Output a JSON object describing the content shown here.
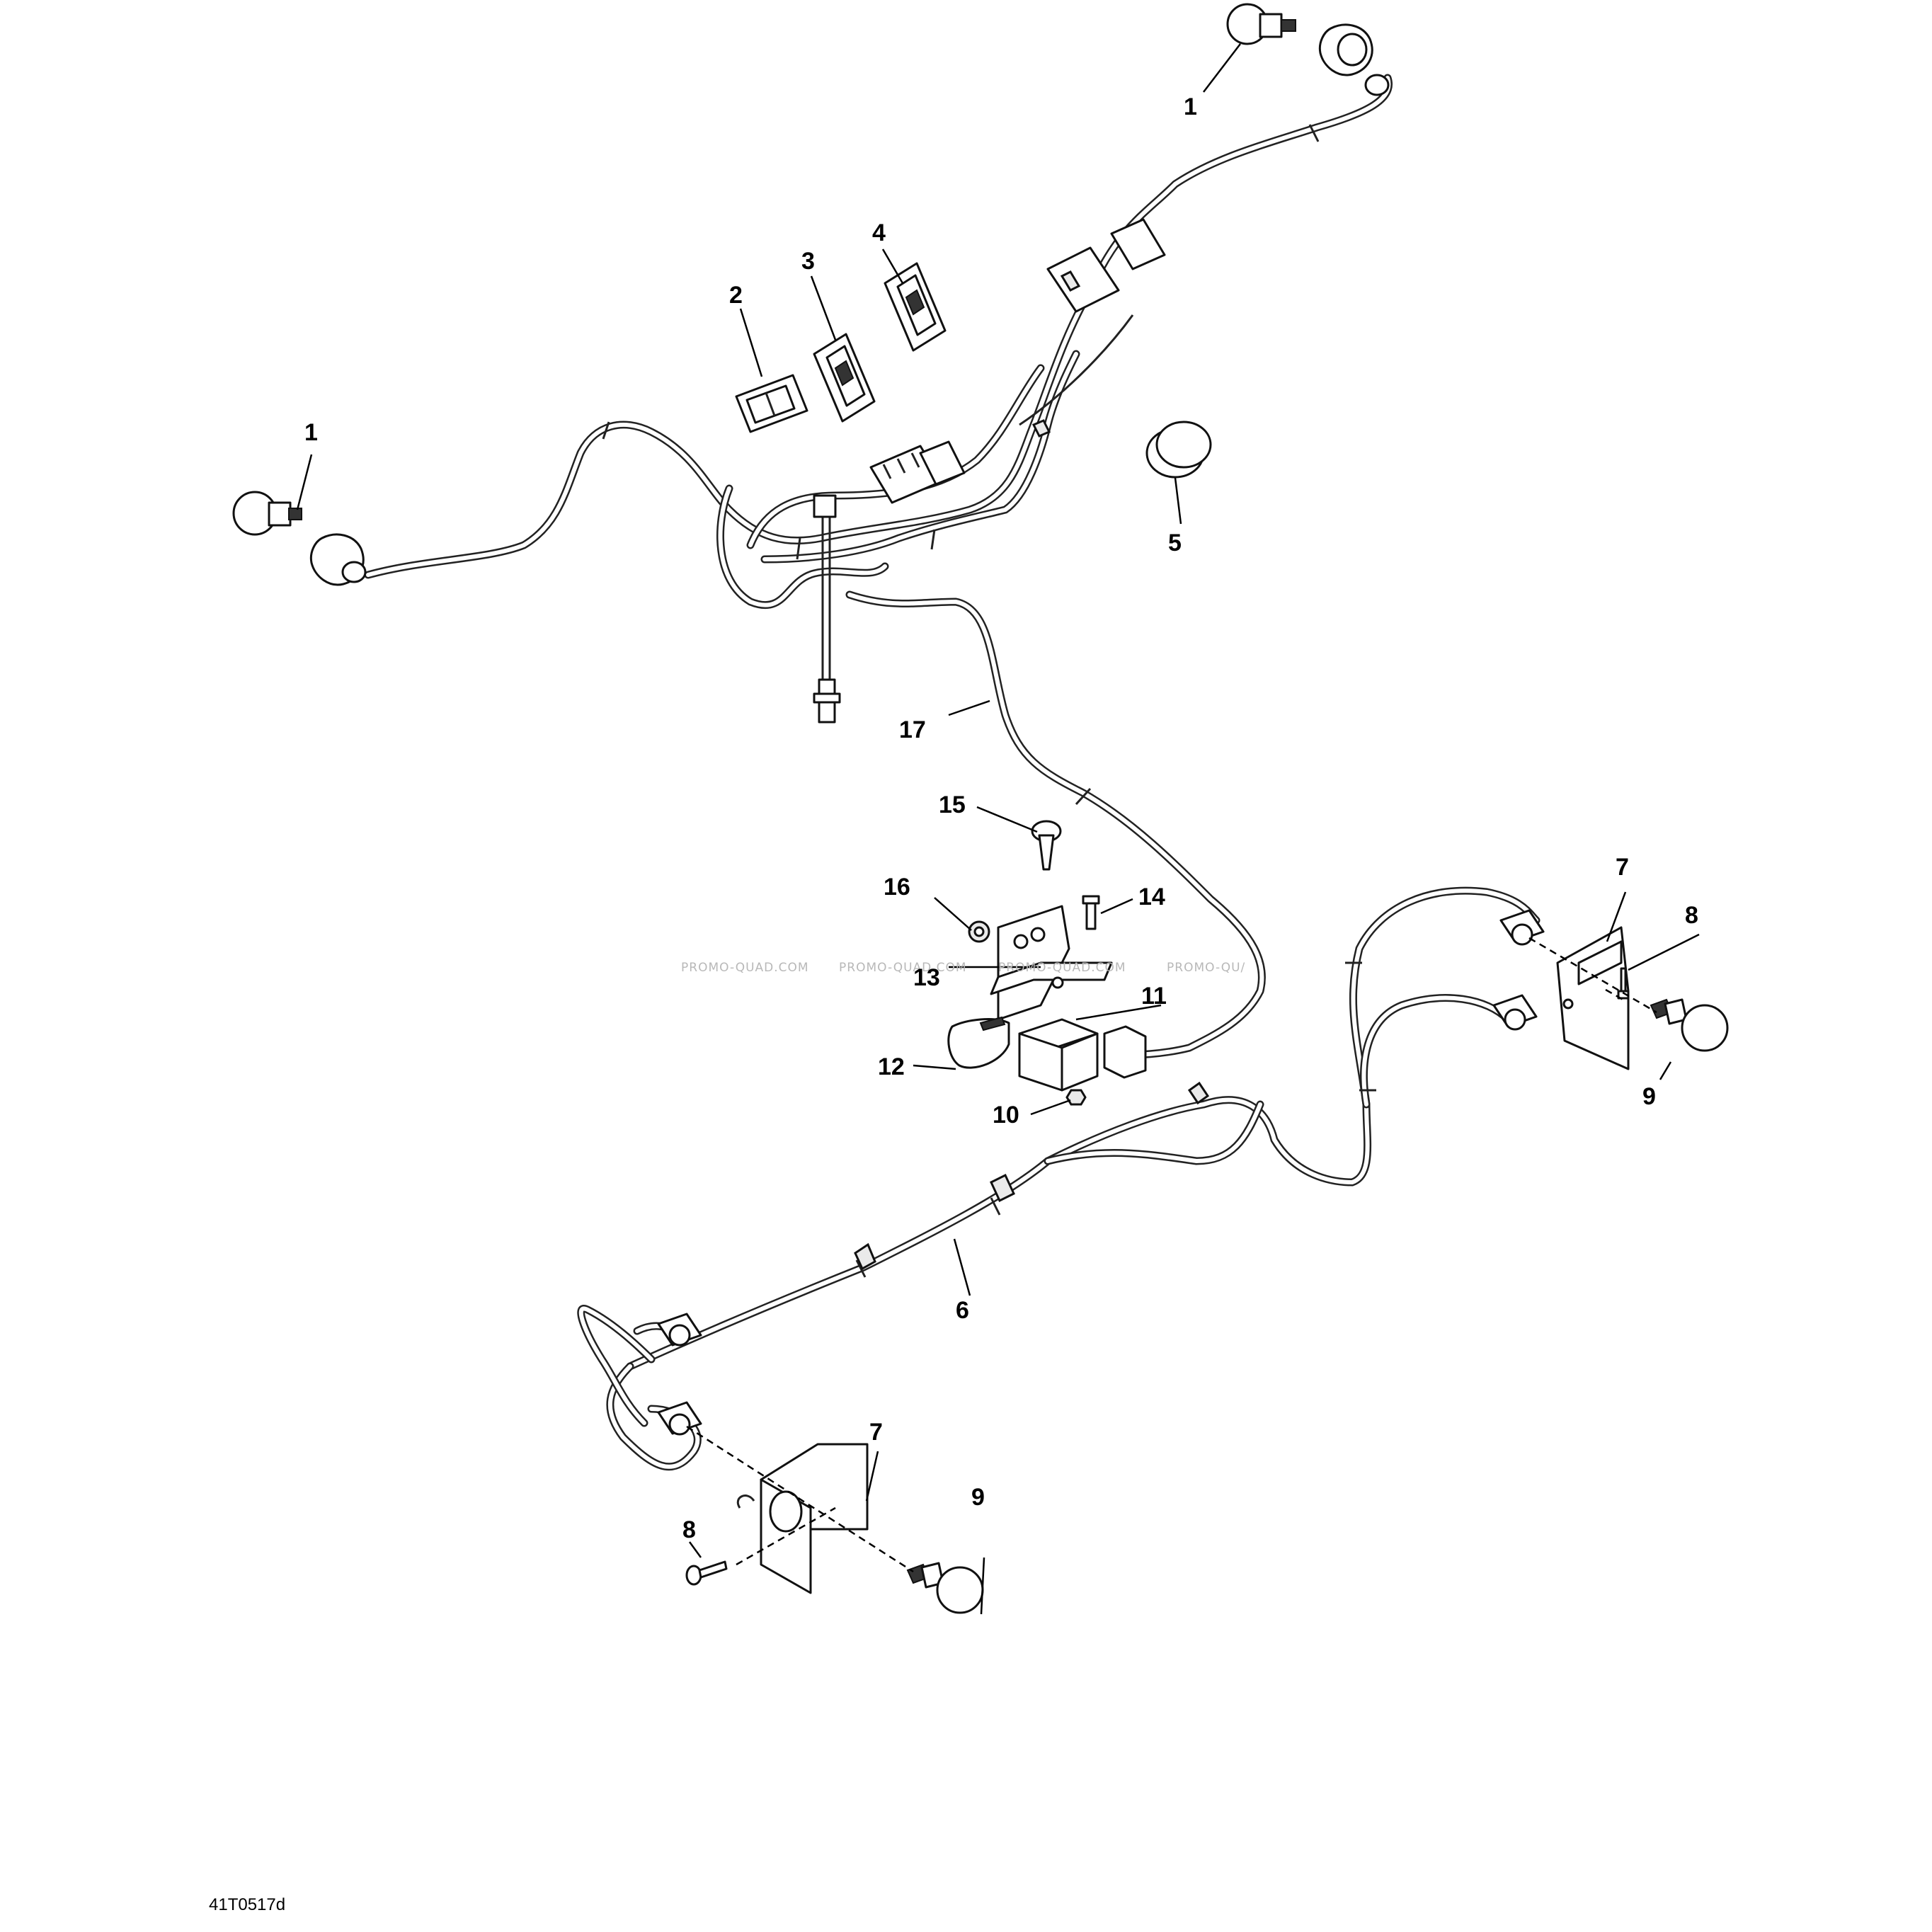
{
  "callouts": {
    "c1_top": "1",
    "c1_left": "1",
    "c2": "2",
    "c3": "3",
    "c4": "4",
    "c5": "5",
    "c6": "6",
    "c7_right": "7",
    "c7_bottom": "7",
    "c8_right": "8",
    "c8_bottom": "8",
    "c9_right": "9",
    "c9_bottom": "9",
    "c10": "10",
    "c11": "11",
    "c12": "12",
    "c13": "13",
    "c14": "14",
    "c15": "15",
    "c16": "16",
    "c17": "17"
  },
  "watermarks": [
    "PROMO-QUAD.COM",
    "PROMO-QUAD.COM",
    "PROMO-QUAD.COM",
    "PROMO-QU/"
  ],
  "drawing_code": "41T0517d"
}
